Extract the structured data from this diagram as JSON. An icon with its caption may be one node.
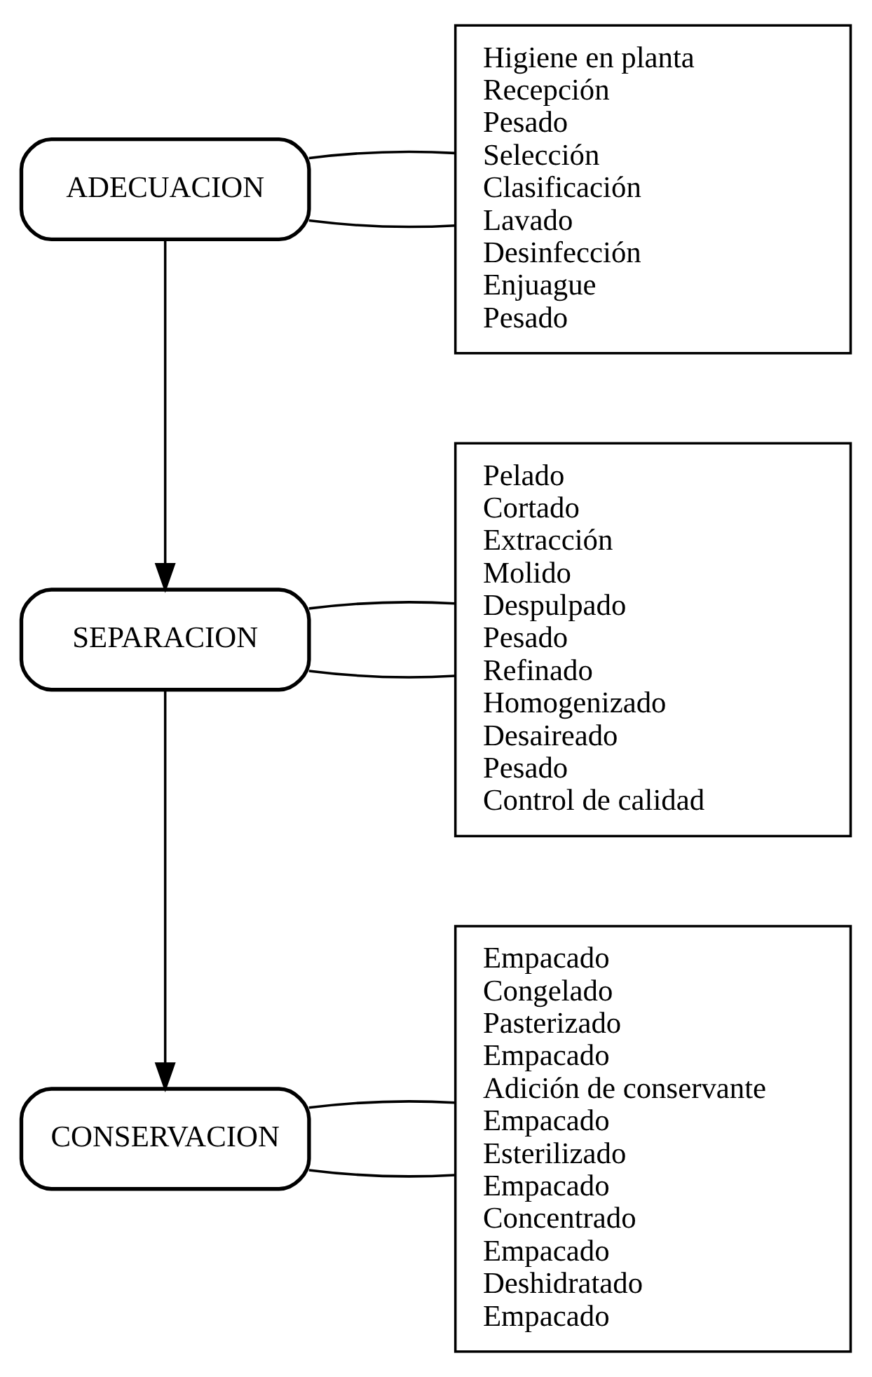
{
  "diagram": {
    "nodes": [
      {
        "text": [
          "ADECUACION"
        ]
      },
      {
        "text": [
          "Higiene en planta",
          "Recepción",
          "Pesado",
          "Selección",
          "Clasificación",
          "Lavado",
          "Desinfección",
          "Enjuague",
          "Pesado"
        ]
      },
      {
        "text": [
          "SEPARACION"
        ]
      },
      {
        "text": [
          "Pelado",
          "Cortado",
          "Extracción",
          "Molido",
          "Despulpado",
          "Pesado",
          "Refinado",
          "Homogenizado",
          "Desaireado",
          "Pesado",
          "Control de calidad"
        ]
      },
      {
        "text": [
          "CONSERVACION"
        ]
      },
      {
        "text": [
          "Empacado",
          "Congelado",
          "Pasterizado",
          "Empacado",
          "Adición de conservante",
          "Empacado",
          "Esterilizado",
          "Empacado",
          "Concentrado",
          "Empacado",
          "Deshidratado",
          "Empacado"
        ]
      }
    ],
    "edges": [
      {
        "from": 0,
        "to": 2,
        "arrow": "to"
      },
      {
        "from": 2,
        "to": 4,
        "arrow": "to"
      },
      {
        "from": 0,
        "to": 1,
        "arrow": "none"
      },
      {
        "from": 0,
        "to": 1,
        "arrow": "none"
      },
      {
        "from": 2,
        "to": 3,
        "arrow": "none"
      },
      {
        "from": 2,
        "to": 3,
        "arrow": "none"
      },
      {
        "from": 4,
        "to": 5,
        "arrow": "none"
      },
      {
        "from": 4,
        "to": 5,
        "arrow": "none"
      }
    ]
  }
}
